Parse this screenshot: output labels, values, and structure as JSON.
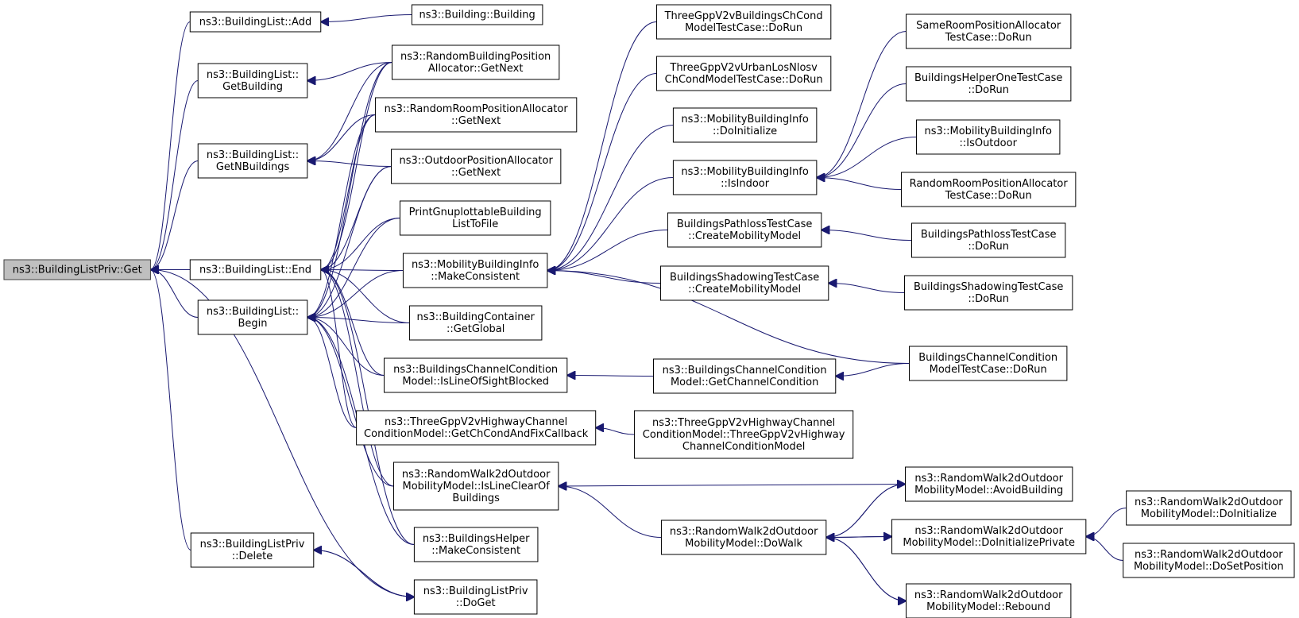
{
  "diagram": {
    "nodes": {
      "get": [
        "ns3::BuildingListPriv::Get"
      ],
      "add": [
        "ns3::BuildingList::Add"
      ],
      "building": [
        "ns3::Building::Building"
      ],
      "getBuilding": [
        "ns3::BuildingList::",
        "GetBuilding"
      ],
      "getNBuildings": [
        "ns3::BuildingList::",
        "GetNBuildings"
      ],
      "end": [
        "ns3::BuildingList::End"
      ],
      "begin": [
        "ns3::BuildingList::",
        "Begin"
      ],
      "delete": [
        "ns3::BuildingListPriv",
        "::Delete"
      ],
      "randBldgPos": [
        "ns3::RandomBuildingPosition",
        "Allocator::GetNext"
      ],
      "randRoomPos": [
        "ns3::RandomRoomPositionAllocator",
        "::GetNext"
      ],
      "outdoorPos": [
        "ns3::OutdoorPositionAllocator",
        "::GetNext"
      ],
      "printGnuplot": [
        "PrintGnuplottableBuilding",
        "ListToFile"
      ],
      "makeConsistent": [
        "ns3::MobilityBuildingInfo",
        "::MakeConsistent"
      ],
      "containerGetGlobal": [
        "ns3::BuildingContainer",
        "::GetGlobal"
      ],
      "isLosBlocked": [
        "ns3::BuildingsChannelCondition",
        "Model::IsLineOfSightBlocked"
      ],
      "highwayCallback": [
        "ns3::ThreeGppV2vHighwayChannel",
        "ConditionModel::GetChCondAndFixCallback"
      ],
      "isLineClear": [
        "ns3::RandomWalk2dOutdoor",
        "MobilityModel::IsLineClearOf",
        "Buildings"
      ],
      "helperMakeConsistent": [
        "ns3::BuildingsHelper",
        "::MakeConsistent"
      ],
      "doGet": [
        "ns3::BuildingListPriv",
        "::DoGet"
      ],
      "threeGppBuildingsTc": [
        "ThreeGppV2vBuildingsChCond",
        "ModelTestCase::DoRun"
      ],
      "threeGppUrbanTc": [
        "ThreeGppV2vUrbanLosNlosv",
        "ChCondModelTestCase::DoRun"
      ],
      "mbiDoInitialize": [
        "ns3::MobilityBuildingInfo",
        "::DoInitialize"
      ],
      "mbiIsIndoor": [
        "ns3::MobilityBuildingInfo",
        "::IsIndoor"
      ],
      "pathlossCreate": [
        "BuildingsPathlossTestCase",
        "::CreateMobilityModel"
      ],
      "shadowingCreate": [
        "BuildingsShadowingTestCase",
        "::CreateMobilityModel"
      ],
      "getChannelCondition": [
        "ns3::BuildingsChannelCondition",
        "Model::GetChannelCondition"
      ],
      "highwayCtor": [
        "ns3::ThreeGppV2vHighwayChannel",
        "ConditionModel::ThreeGppV2vHighway",
        "ChannelConditionModel"
      ],
      "doWalk": [
        "ns3::RandomWalk2dOutdoor",
        "MobilityModel::DoWalk"
      ],
      "sameRoomTc": [
        "SameRoomPositionAllocator",
        "TestCase::DoRun"
      ],
      "helperOneTc": [
        "BuildingsHelperOneTestCase",
        "::DoRun"
      ],
      "mbiIsOutdoor": [
        "ns3::MobilityBuildingInfo",
        "::IsOutdoor"
      ],
      "randRoomTc": [
        "RandomRoomPositionAllocator",
        "TestCase::DoRun"
      ],
      "pathlossTc": [
        "BuildingsPathlossTestCase",
        "::DoRun"
      ],
      "shadowingTc": [
        "BuildingsShadowingTestCase",
        "::DoRun"
      ],
      "channelCondTc": [
        "BuildingsChannelCondition",
        "ModelTestCase::DoRun"
      ],
      "avoidBuilding": [
        "ns3::RandomWalk2dOutdoor",
        "MobilityModel::AvoidBuilding"
      ],
      "doInitPrivate": [
        "ns3::RandomWalk2dOutdoor",
        "MobilityModel::DoInitializePrivate"
      ],
      "rebound": [
        "ns3::RandomWalk2dOutdoor",
        "MobilityModel::Rebound"
      ],
      "rwDoInitialize": [
        "ns3::RandomWalk2dOutdoor",
        "MobilityModel::DoInitialize"
      ],
      "rwDoSetPosition": [
        "ns3::RandomWalk2dOutdoor",
        "MobilityModel::DoSetPosition"
      ]
    },
    "edges": [
      [
        "add",
        "get"
      ],
      [
        "getBuilding",
        "get"
      ],
      [
        "getNBuildings",
        "get"
      ],
      [
        "end",
        "get"
      ],
      [
        "begin",
        "get"
      ],
      [
        "delete",
        "get"
      ],
      [
        "doGet",
        "get"
      ],
      [
        "building",
        "add"
      ],
      [
        "randBldgPos",
        "getBuilding"
      ],
      [
        "randBldgPos",
        "getNBuildings"
      ],
      [
        "randRoomPos",
        "getNBuildings"
      ],
      [
        "outdoorPos",
        "getNBuildings"
      ],
      [
        "randBldgPos",
        "end"
      ],
      [
        "randRoomPos",
        "end"
      ],
      [
        "outdoorPos",
        "end"
      ],
      [
        "printGnuplot",
        "end"
      ],
      [
        "makeConsistent",
        "end"
      ],
      [
        "containerGetGlobal",
        "end"
      ],
      [
        "isLosBlocked",
        "end"
      ],
      [
        "highwayCallback",
        "end"
      ],
      [
        "isLineClear",
        "end"
      ],
      [
        "helperMakeConsistent",
        "end"
      ],
      [
        "randBldgPos",
        "begin"
      ],
      [
        "randRoomPos",
        "begin"
      ],
      [
        "outdoorPos",
        "begin"
      ],
      [
        "printGnuplot",
        "begin"
      ],
      [
        "makeConsistent",
        "begin"
      ],
      [
        "containerGetGlobal",
        "begin"
      ],
      [
        "isLosBlocked",
        "begin"
      ],
      [
        "highwayCallback",
        "begin"
      ],
      [
        "isLineClear",
        "begin"
      ],
      [
        "helperMakeConsistent",
        "begin"
      ],
      [
        "doGet",
        "delete"
      ],
      [
        "delete",
        "doGet"
      ],
      [
        "threeGppBuildingsTc",
        "makeConsistent"
      ],
      [
        "threeGppUrbanTc",
        "makeConsistent"
      ],
      [
        "mbiDoInitialize",
        "makeConsistent"
      ],
      [
        "mbiIsIndoor",
        "makeConsistent"
      ],
      [
        "pathlossCreate",
        "makeConsistent"
      ],
      [
        "shadowingCreate",
        "makeConsistent"
      ],
      [
        "channelCondTc",
        "makeConsistent"
      ],
      [
        "getChannelCondition",
        "isLosBlocked"
      ],
      [
        "highwayCtor",
        "highwayCallback"
      ],
      [
        "avoidBuilding",
        "isLineClear"
      ],
      [
        "doWalk",
        "isLineClear"
      ],
      [
        "sameRoomTc",
        "mbiIsIndoor"
      ],
      [
        "helperOneTc",
        "mbiIsIndoor"
      ],
      [
        "mbiIsOutdoor",
        "mbiIsIndoor"
      ],
      [
        "randRoomTc",
        "mbiIsIndoor"
      ],
      [
        "pathlossTc",
        "pathlossCreate"
      ],
      [
        "shadowingTc",
        "shadowingCreate"
      ],
      [
        "channelCondTc",
        "getChannelCondition"
      ],
      [
        "doWalk",
        "avoidBuilding"
      ],
      [
        "avoidBuilding",
        "doWalk"
      ],
      [
        "doWalk",
        "doInitPrivate"
      ],
      [
        "doInitPrivate",
        "doWalk"
      ],
      [
        "doWalk",
        "rebound"
      ],
      [
        "rebound",
        "doWalk"
      ],
      [
        "rwDoInitialize",
        "doInitPrivate"
      ],
      [
        "rwDoSetPosition",
        "doInitPrivate"
      ]
    ]
  }
}
